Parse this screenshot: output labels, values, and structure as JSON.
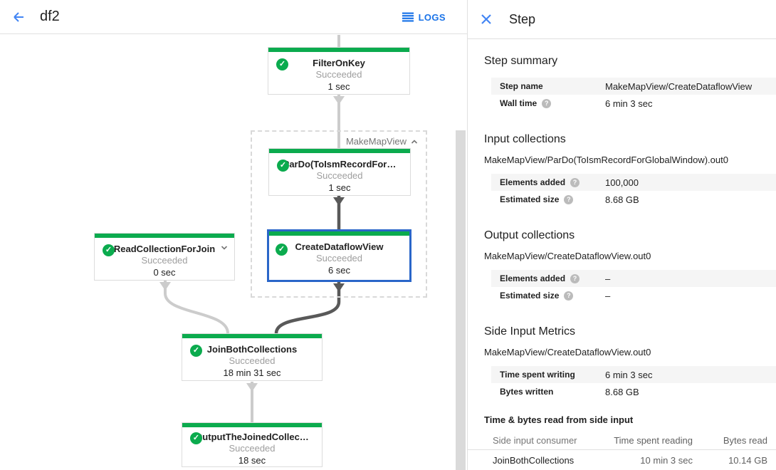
{
  "header": {
    "title": "df2",
    "logs_label": "LOGS"
  },
  "panel": {
    "title": "Step",
    "summary": {
      "title": "Step summary",
      "rows": [
        {
          "label": "Step name",
          "value": "MakeMapView/CreateDataflowView"
        },
        {
          "label": "Wall time",
          "value": "6 min 3 sec"
        }
      ]
    },
    "input": {
      "title": "Input collections",
      "collection": "MakeMapView/ParDo(ToIsmRecordForGlobalWindow).out0",
      "rows": [
        {
          "label": "Elements added",
          "value": "100,000"
        },
        {
          "label": "Estimated size",
          "value": "8.68 GB"
        }
      ]
    },
    "output": {
      "title": "Output collections",
      "collection": "MakeMapView/CreateDataflowView.out0",
      "rows": [
        {
          "label": "Elements added",
          "value": "–"
        },
        {
          "label": "Estimated size",
          "value": "–"
        }
      ]
    },
    "side_input": {
      "title": "Side Input Metrics",
      "collection": "MakeMapView/CreateDataflowView.out0",
      "rows": [
        {
          "label": "Time spent writing",
          "value": "6 min 3 sec"
        },
        {
          "label": "Bytes written",
          "value": "8.68 GB"
        }
      ]
    },
    "side_table": {
      "title": "Time & bytes read from side input",
      "columns": [
        "Side input consumer",
        "Time spent reading",
        "Bytes read"
      ],
      "rows": [
        {
          "consumer": "JoinBothCollections",
          "time": "10 min 3 sec",
          "bytes": "10.14 GB"
        }
      ]
    }
  },
  "graph": {
    "group_label": "MakeMapView",
    "nodes": [
      {
        "title": "FilterOnKey",
        "status": "Succeeded",
        "time": "1 sec"
      },
      {
        "title": "ParDo(ToIsmRecordFor…",
        "status": "Succeeded",
        "time": "1 sec"
      },
      {
        "title": "CreateDataflowView",
        "status": "Succeeded",
        "time": "6 sec"
      },
      {
        "title": "ReadCollectionForJoin",
        "status": "Succeeded",
        "time": "0 sec"
      },
      {
        "title": "JoinBothCollections",
        "status": "Succeeded",
        "time": "18 min 31 sec"
      },
      {
        "title": "OutputTheJoinedCollec…",
        "status": "Succeeded",
        "time": "18 sec"
      }
    ]
  },
  "icons": {
    "check": "✓",
    "help": "?"
  },
  "colors": {
    "green": "#0bab4e",
    "selection_blue": "#2a66c9",
    "link_blue": "#1a73e8",
    "icon_blue": "#4285f4",
    "edge_light": "#cccccc",
    "edge_dark": "#595959"
  }
}
